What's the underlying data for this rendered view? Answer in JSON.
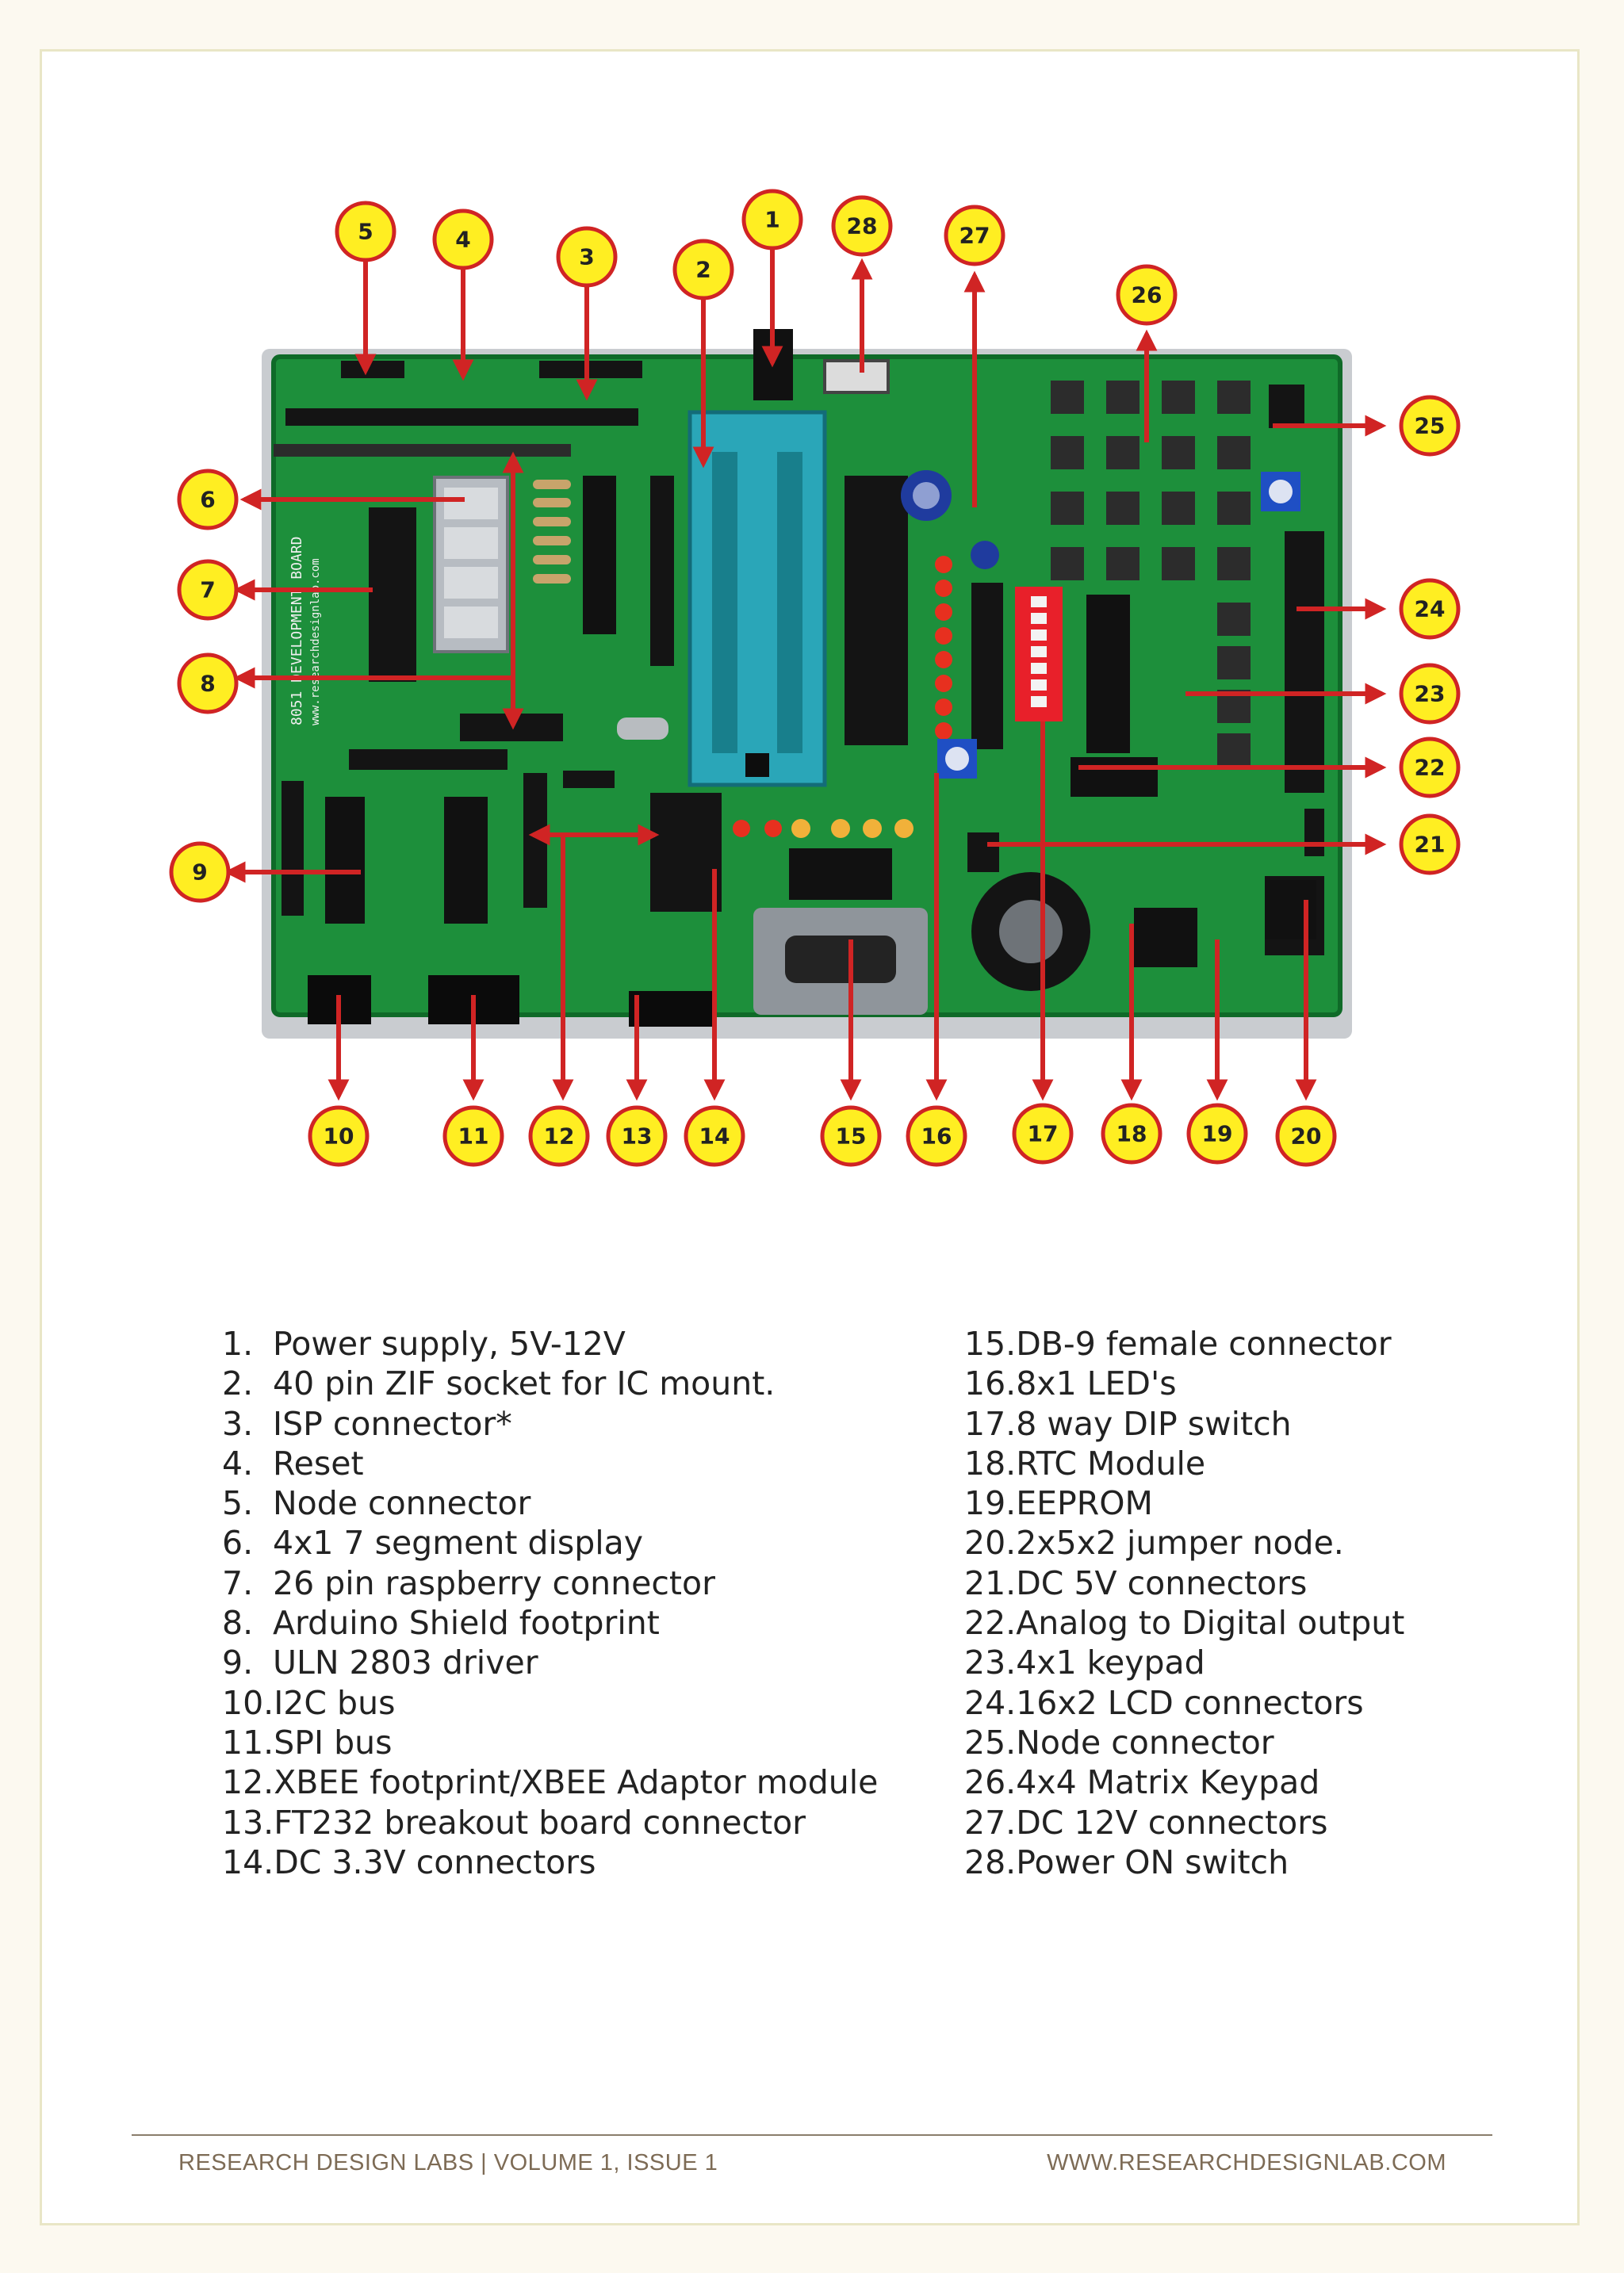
{
  "colors": {
    "board": "#1d8f3b",
    "callout_fill": "#ffee22",
    "callout_ring": "#d02424",
    "arrow": "#d02424"
  },
  "callouts": [
    "1",
    "2",
    "3",
    "4",
    "5",
    "6",
    "7",
    "8",
    "9",
    "10",
    "11",
    "12",
    "13",
    "14",
    "15",
    "16",
    "17",
    "18",
    "19",
    "20",
    "21",
    "22",
    "23",
    "24",
    "25",
    "26",
    "27",
    "28"
  ],
  "board_labels": {
    "title": "8051 DEVELOPMENT BOARD",
    "site": "www.researchdesignlab.com"
  },
  "legend_left": [
    {
      "num": "1.",
      "text": "Power supply, 5V-12V"
    },
    {
      "num": "2.",
      "text": "40 pin ZIF socket for IC mount."
    },
    {
      "num": "3.",
      "text": "ISP connector*"
    },
    {
      "num": "4.",
      "text": "Reset"
    },
    {
      "num": "5.",
      "text": "Node connector"
    },
    {
      "num": "6.",
      "text": "4x1  7 segment display"
    },
    {
      "num": "7.",
      "text": "26 pin raspberry connector"
    },
    {
      "num": "8.",
      "text": "Arduino Shield footprint"
    },
    {
      "num": "9.",
      "text": "ULN 2803 driver"
    },
    {
      "num": "10.",
      "text": "I2C bus"
    },
    {
      "num": "11.",
      "text": "SPI bus"
    },
    {
      "num": "12.",
      "text": "XBEE footprint/XBEE Adaptor module"
    },
    {
      "num": "13.",
      "text": "FT232 breakout board connector"
    },
    {
      "num": "14.",
      "text": "DC 3.3V connectors"
    }
  ],
  "legend_right": [
    {
      "num": "15.",
      "text": "DB-9 female connector"
    },
    {
      "num": "16.",
      "text": "8x1 LED's"
    },
    {
      "num": "17.",
      "text": "8 way DIP switch"
    },
    {
      "num": "18.",
      "text": "RTC Module"
    },
    {
      "num": "19.",
      "text": "EEPROM"
    },
    {
      "num": "20.",
      "text": "2x5x2 jumper node."
    },
    {
      "num": "21.",
      "text": "DC 5V connectors"
    },
    {
      "num": "22.",
      "text": "Analog to Digital output"
    },
    {
      "num": "23.",
      "text": "4x1 keypad"
    },
    {
      "num": "24.",
      "text": "16x2 LCD connectors"
    },
    {
      "num": "25.",
      "text": "Node connector"
    },
    {
      "num": "26.",
      "text": "4x4 Matrix Keypad"
    },
    {
      "num": "27.",
      "text": "DC 12V connectors"
    },
    {
      "num": "28.",
      "text": "Power ON switch"
    }
  ],
  "footer": {
    "left": "RESEARCH DESIGN LABS | VOLUME 1, ISSUE 1",
    "right": "WWW.RESEARCHDESIGNLAB.COM"
  }
}
